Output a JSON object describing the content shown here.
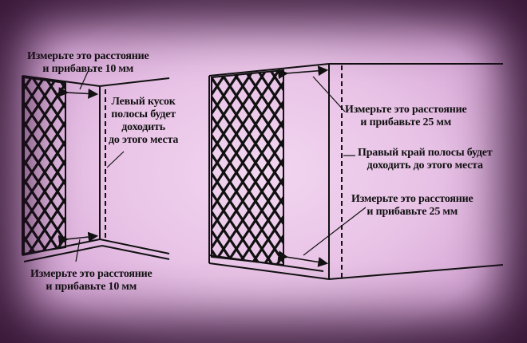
{
  "left_panel": {
    "top_label": [
      "Измерьте это расстояние",
      "и прибавьте 10 мм"
    ],
    "side_label": [
      "Левый кусок",
      "полосы будет",
      "доходить",
      "до этого места"
    ],
    "bottom_label": [
      "Измерьте это расстояние",
      "и прибавьте 10 мм"
    ]
  },
  "right_panel": {
    "label_top": [
      "Измерьте это расстояние",
      "и прибавьте 25 мм"
    ],
    "label_middle": [
      "Правый край полосы будет",
      "доходить до этого места"
    ],
    "label_bottom": [
      "Измерьте это расстояние",
      "и прибавьте 25 мм"
    ]
  },
  "colors": {
    "background": "#e8c2e6",
    "ink": "#111111",
    "vignette": "#3a1a3a"
  }
}
